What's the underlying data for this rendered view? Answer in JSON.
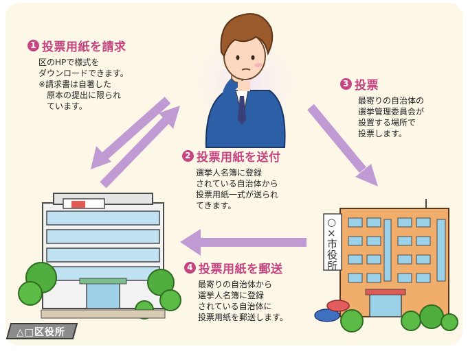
{
  "steps": [
    {
      "number": "1",
      "title": "投票用紙を請求",
      "lines": [
        "区のHPで様式を",
        "ダウンロードできます。"
      ],
      "note": [
        "※請求書は自著した",
        "原本の提出に限られ",
        "ています。"
      ]
    },
    {
      "number": "2",
      "title": "投票用紙を送付",
      "lines": [
        "選挙人名簿に登録",
        "されている自治体から",
        "投票用紙一式が送られ",
        "てきます。"
      ]
    },
    {
      "number": "3",
      "title": "投票",
      "lines": [
        "最寄りの自治体の",
        "選挙管理委員会が",
        "設置する場所で",
        "投票します。"
      ]
    },
    {
      "number": "4",
      "title": "投票用紙を郵送",
      "lines": [
        "最寄りの自治体から",
        "選挙人名簿に登録",
        "されている自治体に",
        "投票用紙を郵送します。"
      ]
    }
  ],
  "buildings": {
    "ward_office_sign": "△□区役所",
    "city_hall_sign": "○×市役所"
  },
  "colors": {
    "background": "#fdf7e8",
    "accent": "#c4457f",
    "arrow": "#c09ad2"
  }
}
